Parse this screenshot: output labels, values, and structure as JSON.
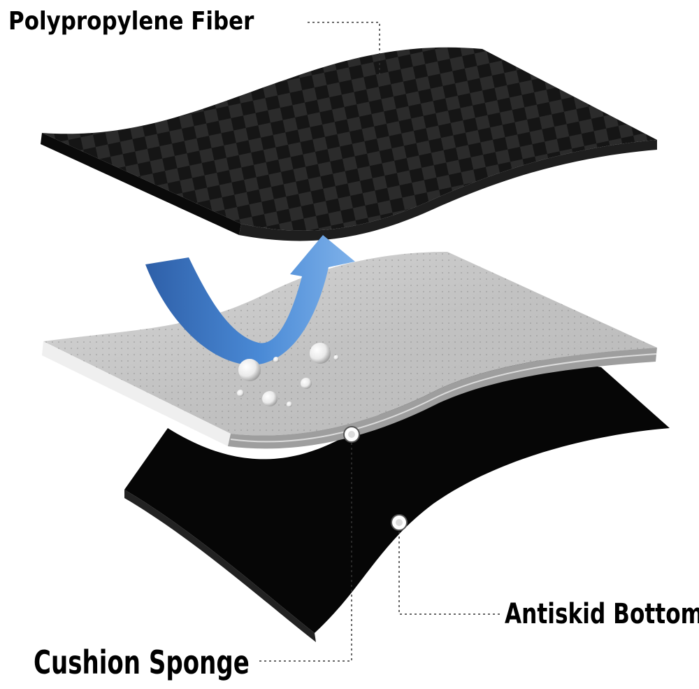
{
  "labels": {
    "fiber": "Polypropylene Fiber",
    "antiskid": "Antiskid Bottom",
    "cushion": "Cushion Sponge"
  },
  "colors": {
    "fiber_layer": "#141414",
    "fiber_check": "#2a2a2a",
    "sponge_top": "#c9c9c9",
    "sponge_edge": "#e6e6e6",
    "bottom_layer": "#050505",
    "arrow": "#3a78c4",
    "leader_line": "#333333"
  },
  "icons": [
    "curved-arrow-icon",
    "water-droplet-icon",
    "anchor-dot-icon"
  ]
}
